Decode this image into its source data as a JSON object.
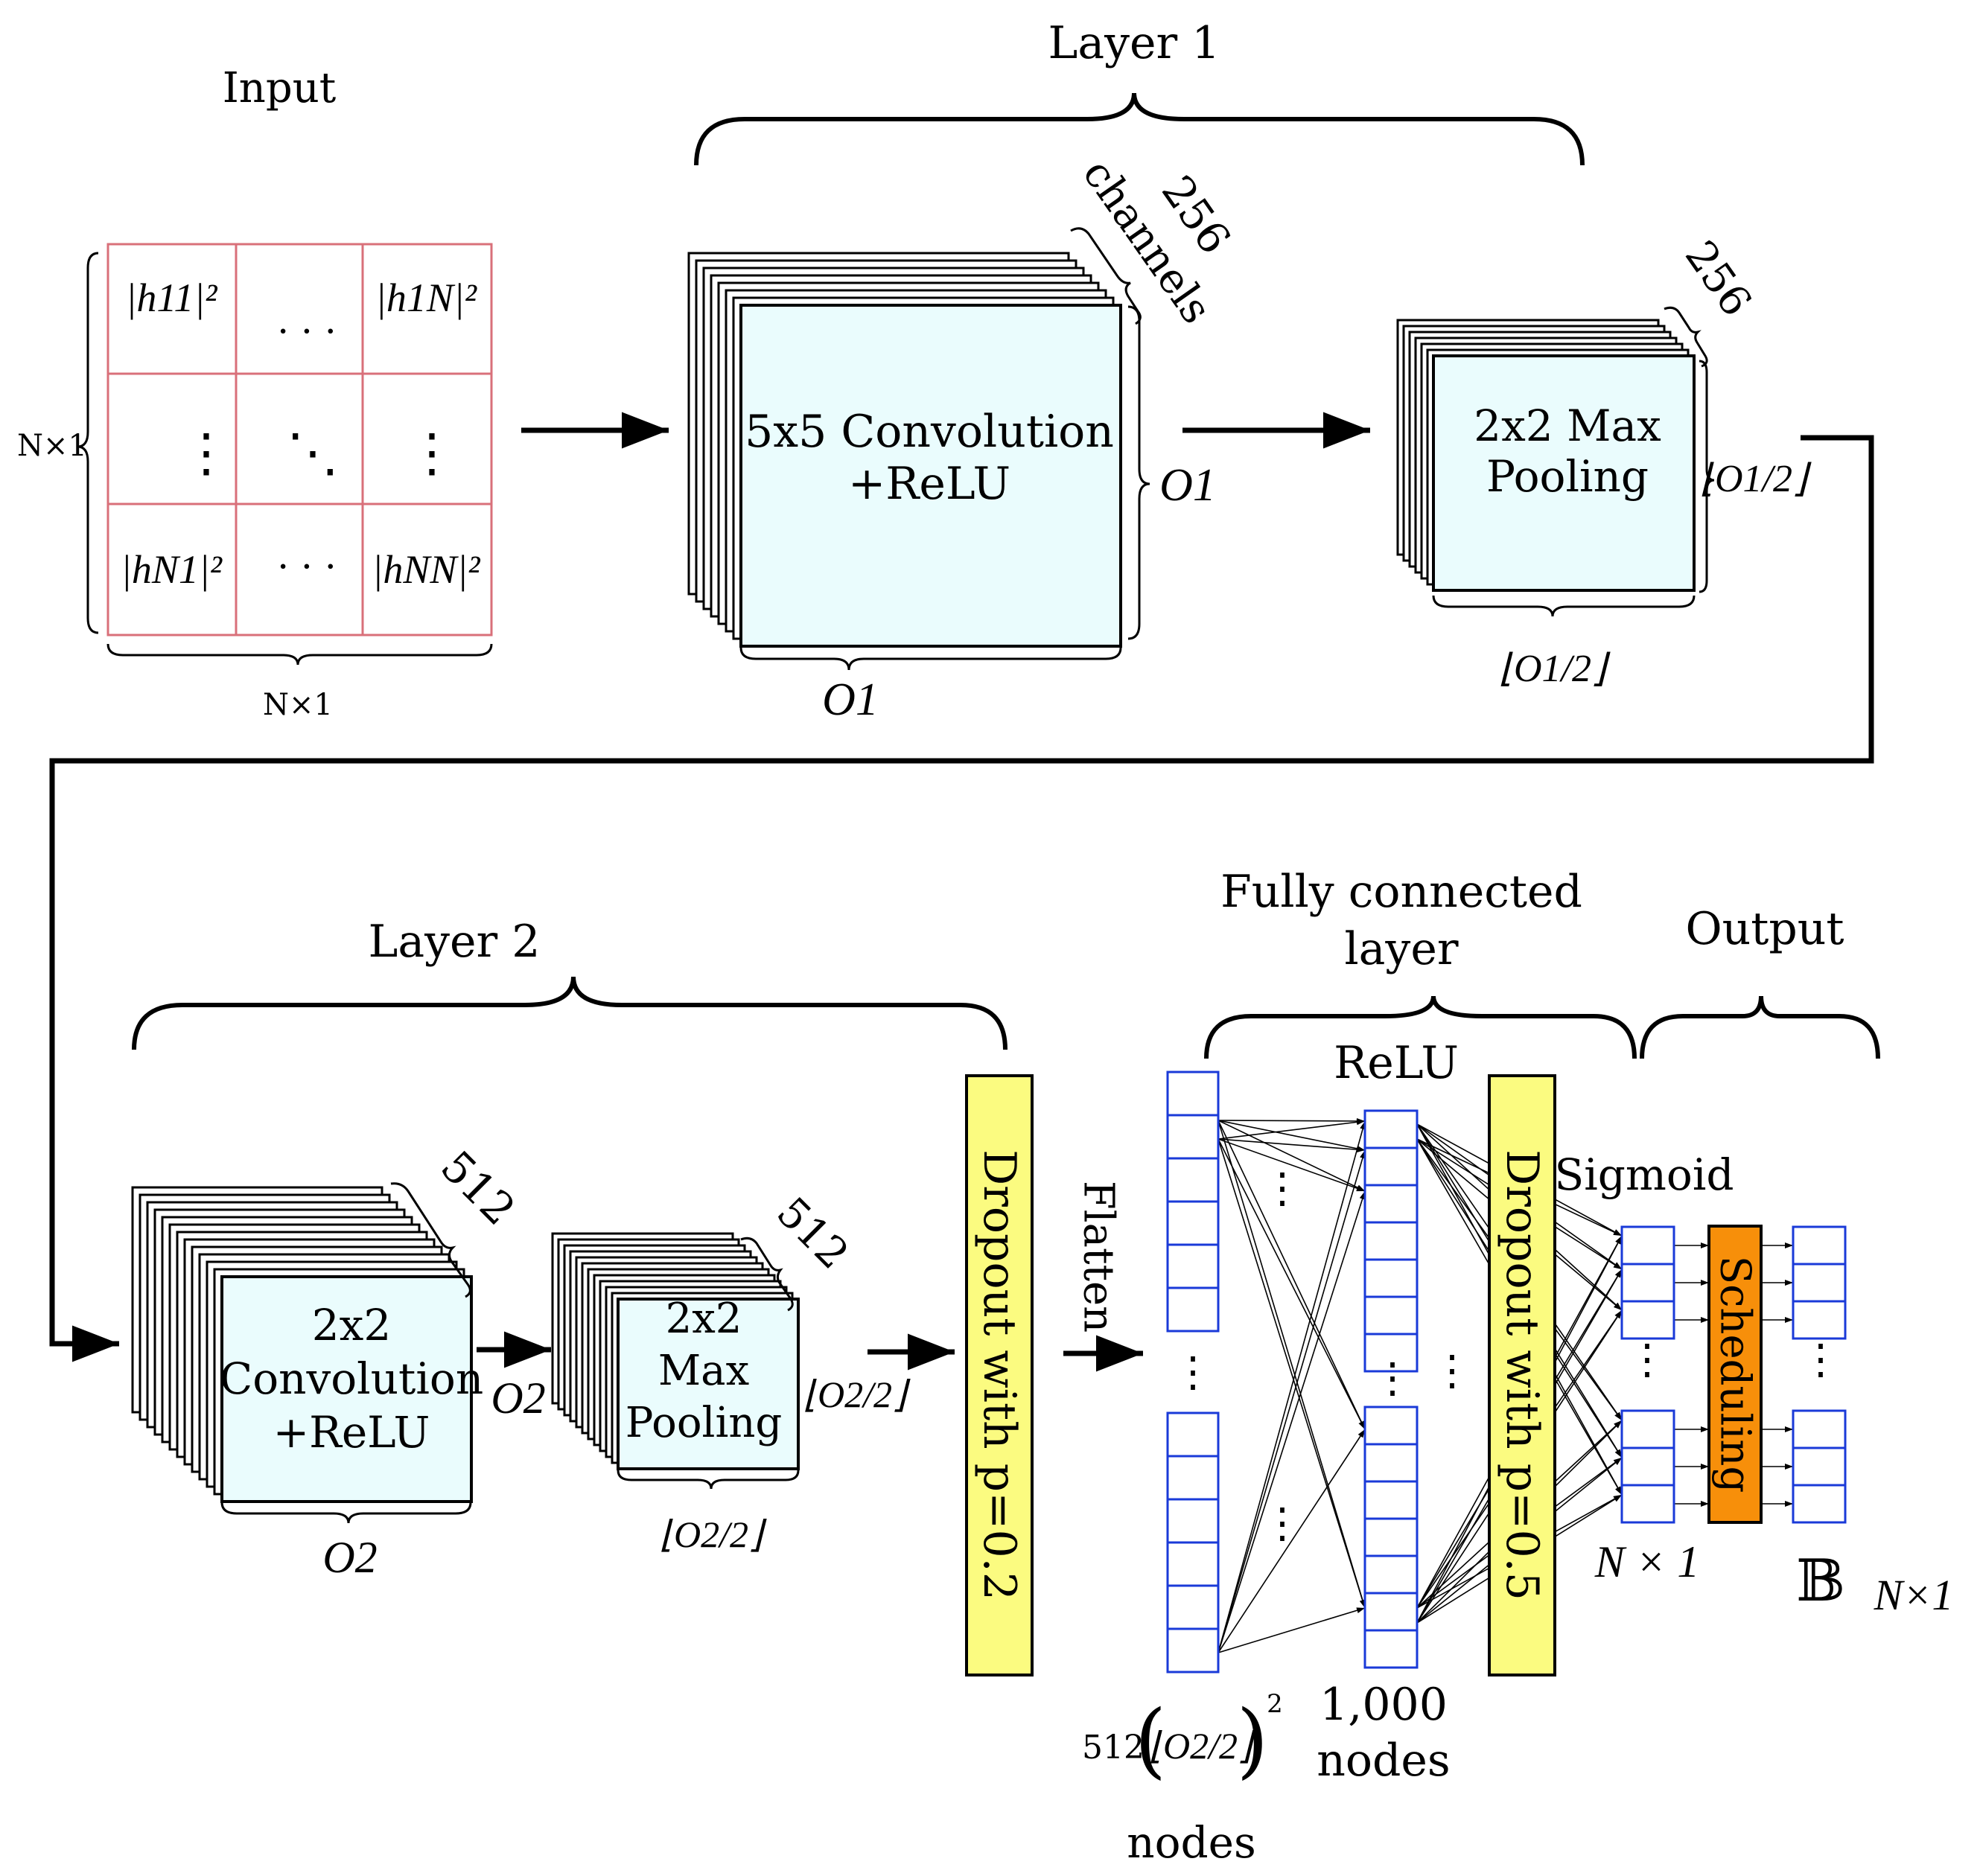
{
  "colors": {
    "grid_line": "#d9707a",
    "conv_fill": "#eafcfd",
    "dropout_fill": "#fbfb80",
    "scheduling_fill": "#f78f0a",
    "node_stroke": "#1a3ad8",
    "stroke": "#000000"
  },
  "input": {
    "title": "Input",
    "dim_left": "N×1",
    "dim_bottom": "N×1",
    "cells": {
      "h11": "|h11|²",
      "h1N": "|h1N|²",
      "hN1": "|hN1|²",
      "hNN": "|hNN|²",
      "hdots_top": "· · ·",
      "hdots_bottom": "· · ·",
      "vdots": "⋮",
      "ddots": "⋱"
    }
  },
  "layer1": {
    "title": "Layer 1",
    "conv_label_line1": "5x5 Convolution",
    "conv_label_line2": "+ReLU",
    "channels_num": "256",
    "channels_word": "channels",
    "conv_dim": "O1",
    "pool_label_line1": "2x2 Max",
    "pool_label_line2": "Pooling",
    "pool_channels": "256",
    "pool_dim": "⌊O1/2⌋"
  },
  "layer2": {
    "title": "Layer 2",
    "conv_label_line1": "2x2",
    "conv_label_line2": "Convolution",
    "conv_label_line3": "+ReLU",
    "conv_channels": "512",
    "conv_dim": "O2",
    "pool_label_line1": "2x2",
    "pool_label_line2": "Max",
    "pool_label_line3": "Pooling",
    "pool_channels": "512",
    "pool_dim": "⌊O2/2⌋"
  },
  "dropout1": "Dropout with p=0.2",
  "flatten": "Flatten",
  "fully_connected": {
    "title_line1": "Fully connected",
    "title_line2": "layer",
    "relu": "ReLU",
    "flatten_nodes_prefix": "512",
    "flatten_nodes_frac": "⌊O2/2⌋",
    "flatten_nodes_exp": "2",
    "flatten_nodes_word": "nodes",
    "hidden_nodes_count": "1,000",
    "hidden_nodes_word": "nodes"
  },
  "dropout2": "Dropout with p=0.5",
  "output": {
    "title": "Output",
    "sigmoid": "Sigmoid",
    "sigmoid_dim": "N × 1",
    "scheduling": "Scheduling",
    "binary": "𝔹",
    "binary_dim": "N×1"
  }
}
